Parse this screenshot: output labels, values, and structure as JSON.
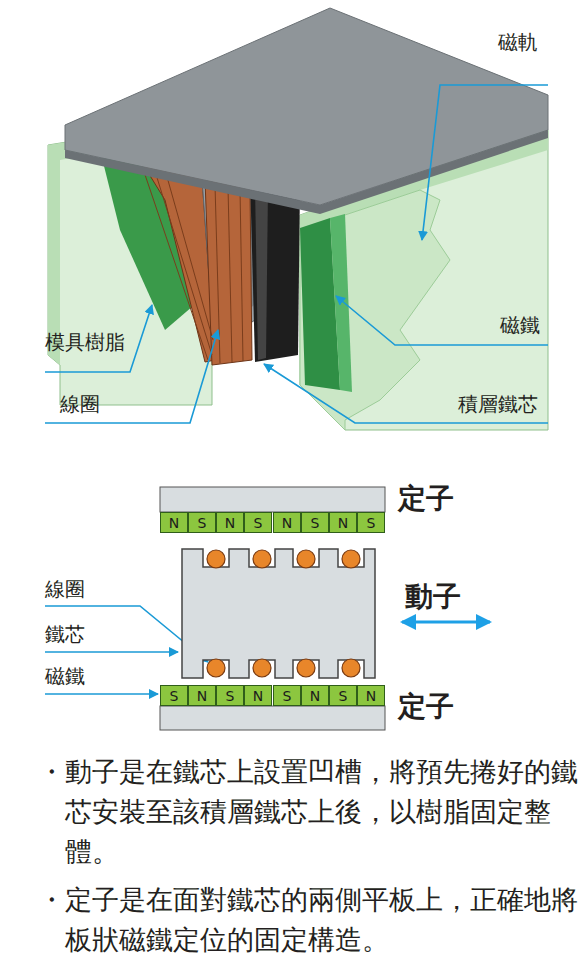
{
  "diagram": {
    "nodes": [
      {
        "text": [
          "N"
        ]
      },
      {
        "text": [
          "S"
        ]
      },
      {
        "text": [
          "N"
        ]
      },
      {
        "text": [
          "S"
        ]
      },
      {
        "text": [
          "N"
        ]
      },
      {
        "text": [
          "S"
        ]
      },
      {
        "text": [
          "N"
        ]
      },
      {
        "text": [
          "S"
        ]
      },
      {
        "text": [
          "S"
        ]
      },
      {
        "text": [
          "N"
        ]
      },
      {
        "text": [
          "S"
        ]
      },
      {
        "text": [
          "N"
        ]
      },
      {
        "text": [
          "S"
        ]
      },
      {
        "text": [
          "N"
        ]
      },
      {
        "text": [
          "S"
        ]
      },
      {
        "text": [
          "N"
        ]
      }
    ],
    "labels": [
      "磁軌",
      "模具樹脂",
      "磁鐵",
      "線圈",
      "積層鐵芯",
      "定子",
      "線圈",
      "動子",
      "鐵芯",
      "磁鐵",
      "定子",
      "・動子是在鐵芯上設置凹槽，將預先捲好的鐵芯安裝至該積層鐵芯上後，以樹脂固定整體。",
      "・定子是在面對鐵芯的兩側平板上，正確地將板狀磁鐵定位的固定構造。"
    ]
  }
}
